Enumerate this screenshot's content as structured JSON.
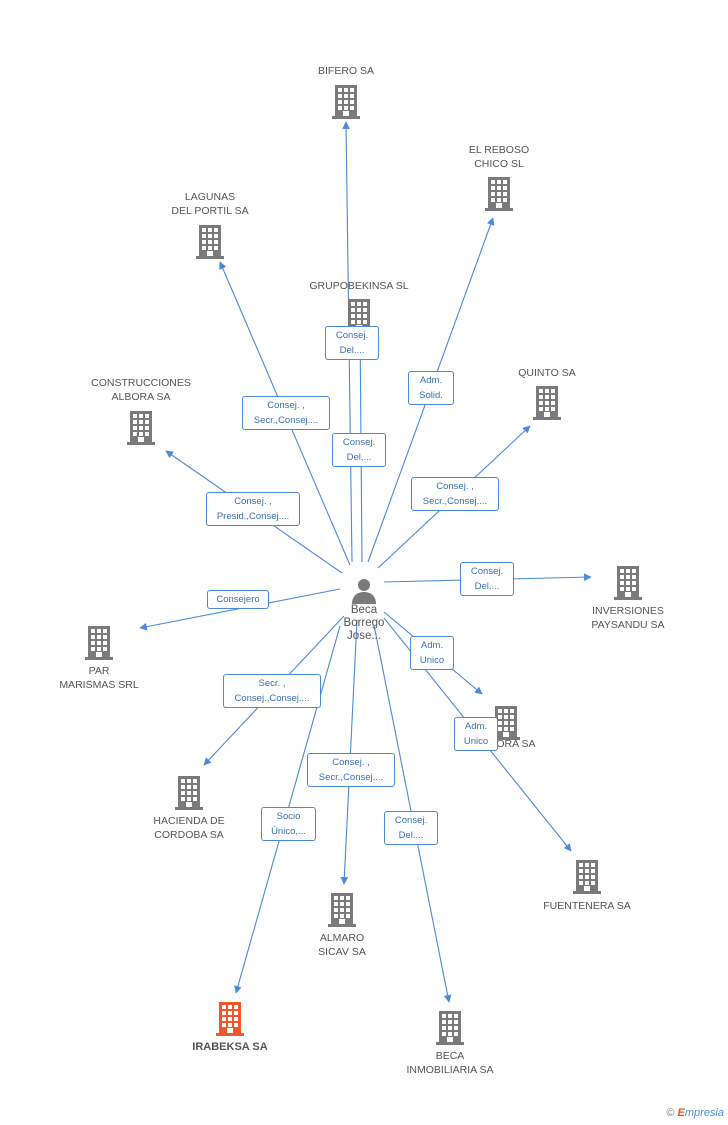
{
  "center": {
    "name": "Beca\nBorrego\nJose..."
  },
  "colors": {
    "edge": "#4a8ad8",
    "building": "#7a7a7a",
    "building_highlight": "#f0582a"
  },
  "companies": [
    {
      "id": "bifero",
      "name": "BIFERO SA"
    },
    {
      "id": "el_reboso",
      "name": "EL REBOSO\nCHICO SL"
    },
    {
      "id": "lagunas",
      "name": "LAGUNAS\nDEL PORTIL SA"
    },
    {
      "id": "grupobekinsa",
      "name": "GRUPOBEKINSA SL"
    },
    {
      "id": "quinto",
      "name": "QUINTO SA"
    },
    {
      "id": "construcciones",
      "name": "CONSTRUCCIONES\nALBORA SA"
    },
    {
      "id": "inversiones",
      "name": "INVERSIONES\nPAYSANDU SA"
    },
    {
      "id": "par",
      "name": "PAR\nMARISMAS SRL"
    },
    {
      "id": "albora",
      "name": "ALBORA SA"
    },
    {
      "id": "hacienda",
      "name": "HACIENDA DE\nCORDOBA SA"
    },
    {
      "id": "fuentenera",
      "name": "FUENTENERA SA"
    },
    {
      "id": "almaro",
      "name": "ALMARO\nSICAV SA"
    },
    {
      "id": "irabeksa",
      "name": "IRABEKSA SA"
    },
    {
      "id": "beca_inmo",
      "name": "BECA\nINMOBILIARIA SA"
    }
  ],
  "relations": [
    {
      "id": "r_bifero",
      "label": "Consej.\nDel...."
    },
    {
      "id": "r_grupobekinsa",
      "label": "Consej.\nDel...."
    },
    {
      "id": "r_el_reboso",
      "label": "Adm.\nSolid."
    },
    {
      "id": "r_lagunas",
      "label": "Consej. ,\nSecr.,Consej...."
    },
    {
      "id": "r_quinto",
      "label": "Consej. ,\nSecr.,Consej...."
    },
    {
      "id": "r_construcciones",
      "label": "Consej. ,\nPresid.,Consej...."
    },
    {
      "id": "r_inversiones",
      "label": "Consej.\nDel...."
    },
    {
      "id": "r_par",
      "label": "Consejero"
    },
    {
      "id": "r_albora_1",
      "label": "Adm.\nUnico"
    },
    {
      "id": "r_fuentenera",
      "label": "Adm.\nUnico"
    },
    {
      "id": "r_hacienda",
      "label": "Secr. ,\nConsej.,Consej...."
    },
    {
      "id": "r_almaro",
      "label": "Consej. ,\nSecr.,Consej...."
    },
    {
      "id": "r_irabeksa",
      "label": "Socio\nÚnico,..."
    },
    {
      "id": "r_beca_inmo",
      "label": "Consej.\nDel...."
    }
  ],
  "footer": {
    "copyright": "©",
    "brand_first": "E",
    "brand_rest": "mpresia"
  }
}
